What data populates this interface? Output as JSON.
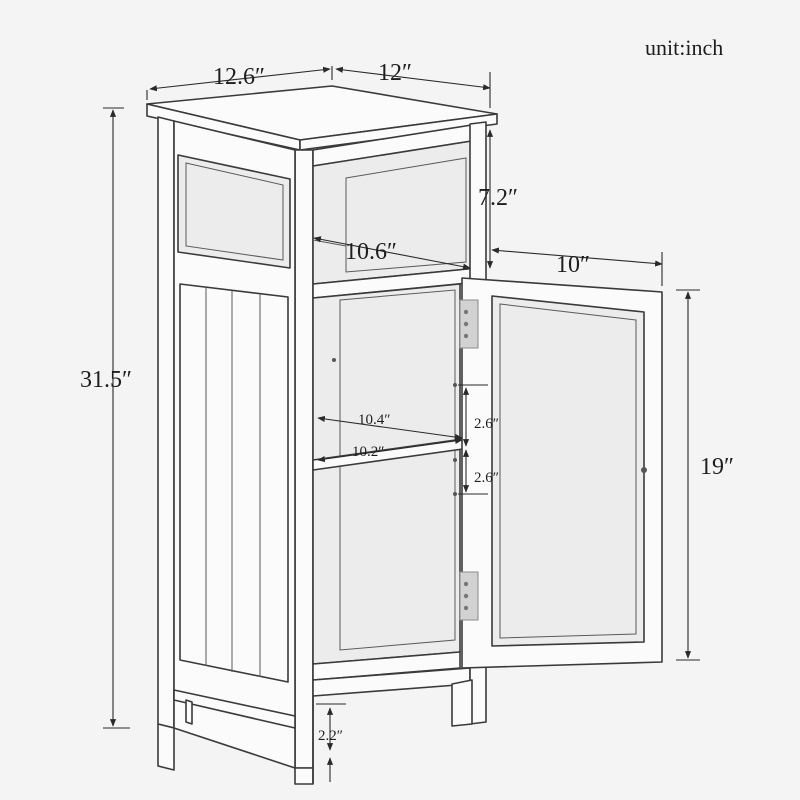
{
  "unit_label": "unit:inch",
  "dimensions": {
    "depth": "12.6″",
    "width": "12″",
    "open_top_height": "7.2″",
    "open_top_width": "10.6″",
    "door_width": "10″",
    "overall_height": "31.5″",
    "door_height": "19″",
    "shelf_depth": "10.4″",
    "shelf_width": "10.2″",
    "shelf_gap_upper": "2.6″",
    "shelf_gap_lower": "2.6″",
    "leg_height": "2.2″"
  },
  "colors": {
    "background": "#f4f4f4",
    "line": "#3a3a3a",
    "panel": "#fbfbfb",
    "hinge": "#8a8a8a"
  }
}
